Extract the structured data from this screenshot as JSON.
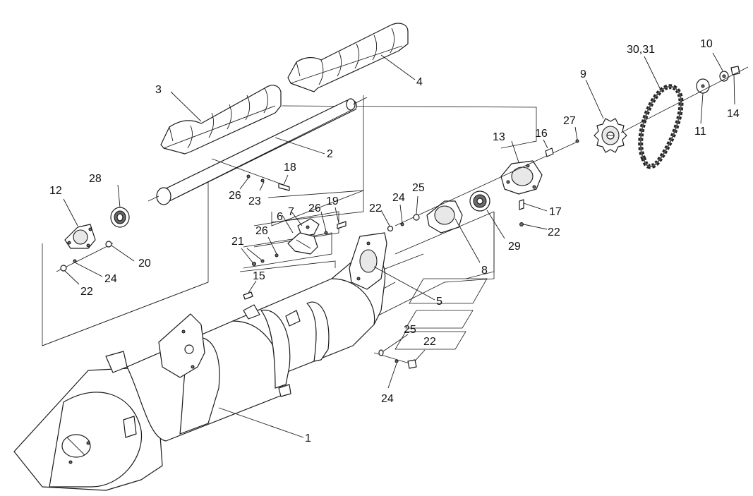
{
  "callouts": {
    "c1": "1",
    "c2": "2",
    "c3": "3",
    "c4": "4",
    "c5": "5",
    "c6": "6",
    "c7": "7",
    "c8": "8",
    "c9": "9",
    "c10": "10",
    "c11": "11",
    "c12": "12",
    "c13": "13",
    "c14": "14",
    "c15": "15",
    "c16": "16",
    "c17": "17",
    "c18": "18",
    "c19": "19",
    "c20": "20",
    "c21": "21",
    "c22a": "22",
    "c22b": "22",
    "c22c": "22",
    "c22d": "22",
    "c23": "23",
    "c24a": "24",
    "c24b": "24",
    "c24c": "24",
    "c25a": "25",
    "c25b": "25",
    "c26a": "26",
    "c26b": "26",
    "c26c": "26",
    "c27": "27",
    "c28": "28",
    "c29": "29",
    "c30_31": "30,31"
  },
  "colors": {
    "line": "#1a1a1a",
    "background": "#ffffff",
    "shade": "#e8e8e8"
  }
}
